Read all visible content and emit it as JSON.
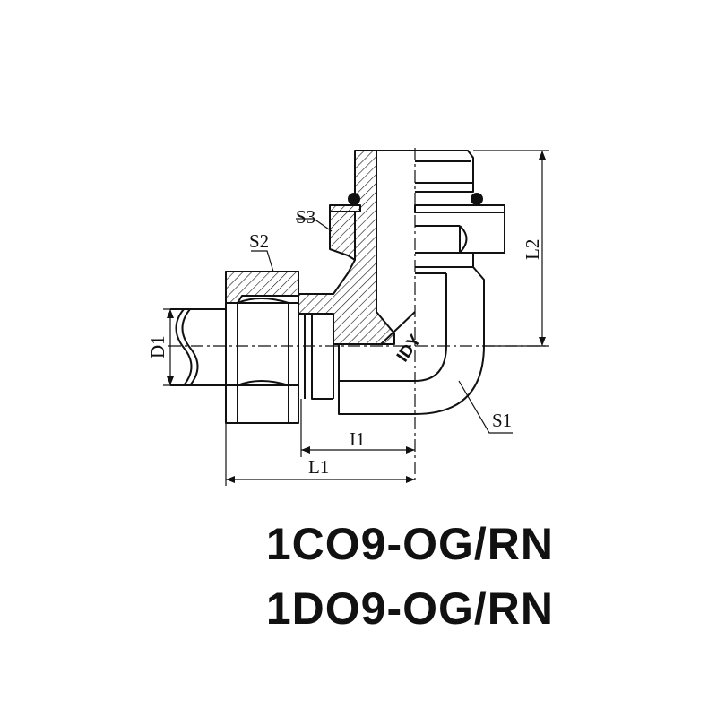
{
  "labels": {
    "s1": "S1",
    "s2": "S2",
    "s3": "S3",
    "d1": "D1",
    "l1": "L1",
    "l2": "L2",
    "i1": "I1",
    "brand": "IDY"
  },
  "models": [
    "1CO9-OG/RN",
    "1DO9-OG/RN"
  ]
}
